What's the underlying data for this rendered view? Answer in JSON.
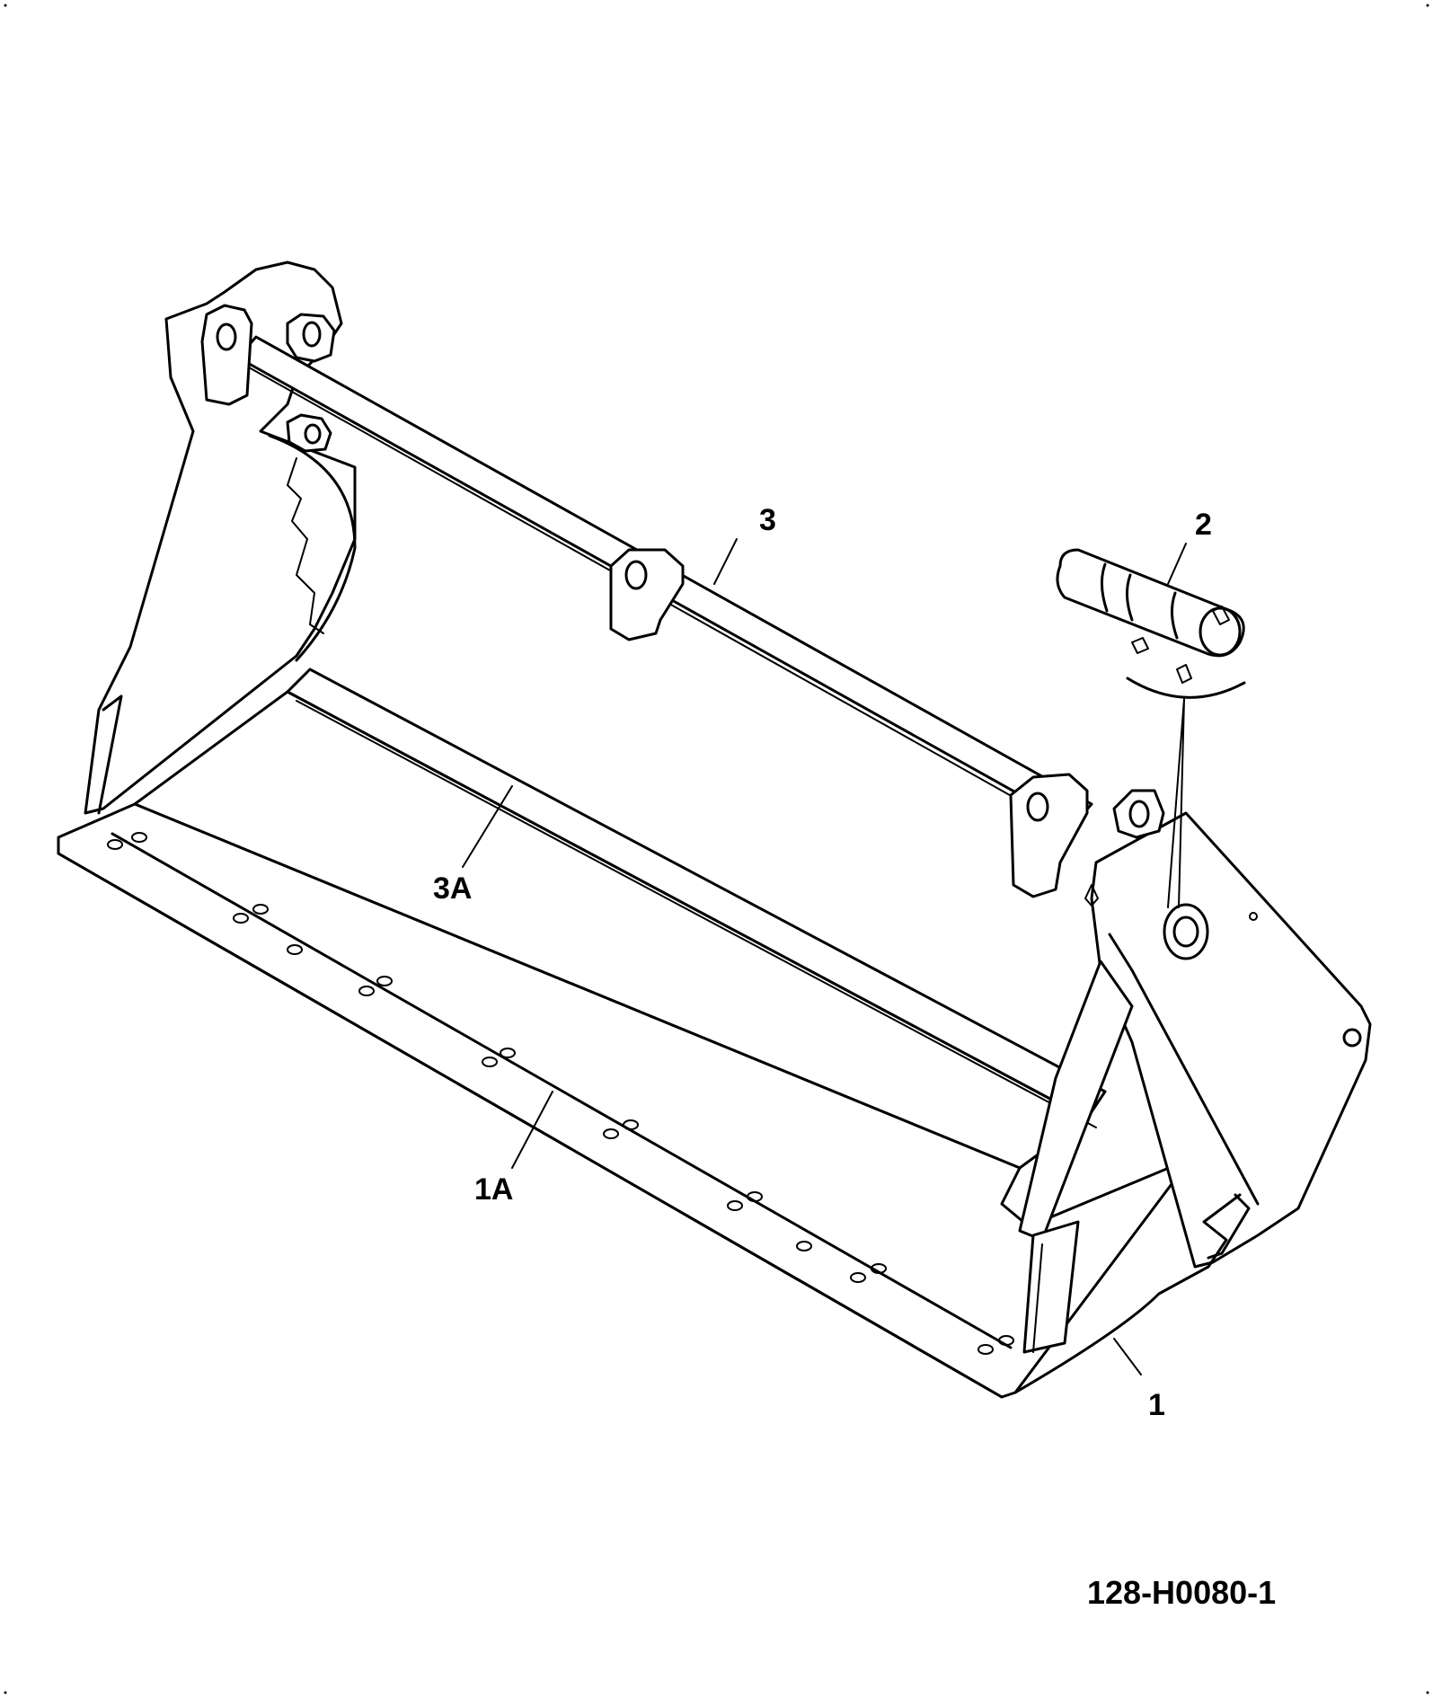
{
  "callouts": {
    "c1": "1",
    "c1a": "1A",
    "c2": "2",
    "c3": "3",
    "c3a": "3A"
  },
  "drawing_number": "128-H0080-1",
  "colors": {
    "line": "#000000",
    "background": "#ffffff"
  }
}
